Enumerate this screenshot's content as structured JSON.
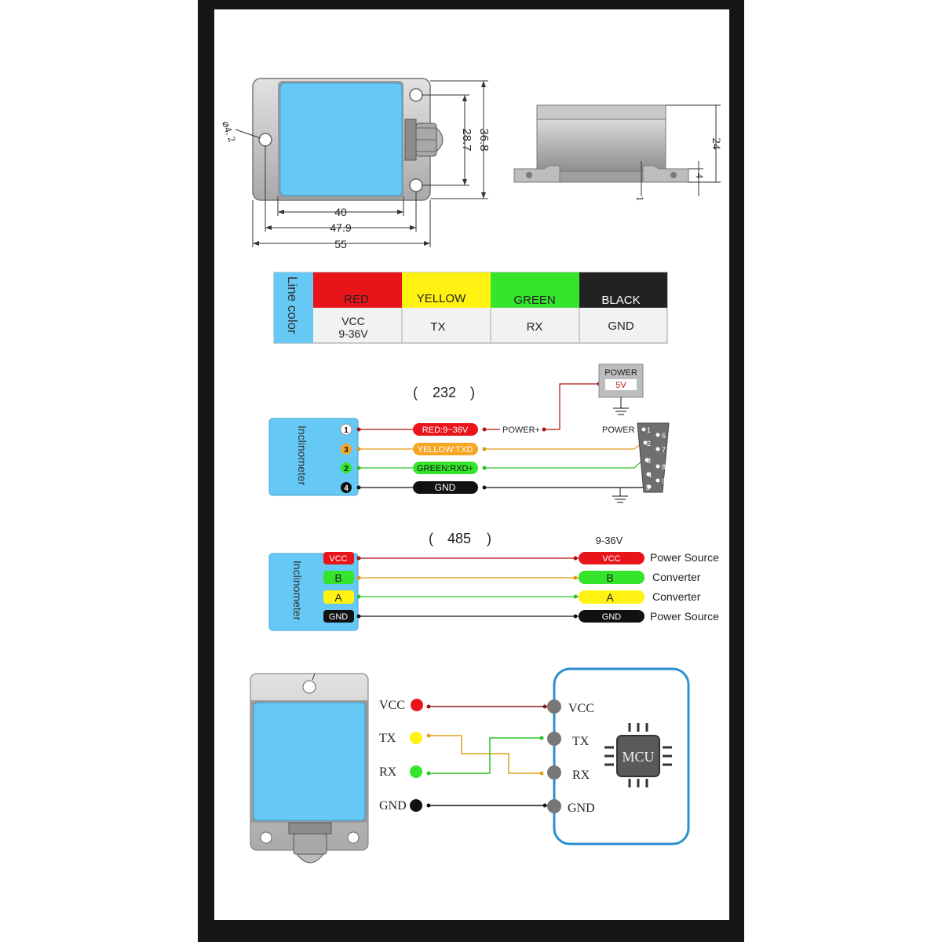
{
  "colors": {
    "frame": "#161616",
    "device_gray": "#c8c8c8",
    "screen_blue": "#66c8f5",
    "red": "#e8141a",
    "yellow": "#fff212",
    "green": "#35e52c",
    "black": "#111111",
    "orange": "#f5a623",
    "mcu_border": "#2b8fd0"
  },
  "dimensions": {
    "hole_dia": "⌀4. 2",
    "inner_height": "28.7",
    "outer_height": "36.8",
    "inner_width": "40",
    "mid_width": "47.9",
    "outer_width": "55",
    "side_height": "24",
    "side_base": "4",
    "side_gap": "1"
  },
  "line_color_table": {
    "header": "Line color",
    "columns": [
      {
        "color_label": "RED",
        "signal": [
          "VCC",
          "9-36V"
        ]
      },
      {
        "color_label": "YELLOW",
        "signal": [
          "TX"
        ]
      },
      {
        "color_label": "GREEN",
        "signal": [
          "RX"
        ]
      },
      {
        "color_label": "BLACK",
        "signal": [
          "GND"
        ]
      }
    ]
  },
  "rs232": {
    "title_open": "(",
    "title_num": "232",
    "title_close": ")",
    "device_label": "Inclinometer",
    "pins": [
      "1",
      "3",
      "2",
      "4"
    ],
    "wires": [
      "RED:9~36V",
      "YELLOW:TXD",
      "GREEN:RXD+",
      "GND"
    ],
    "power_plus": "POWER+",
    "power_box_title": "POWER",
    "power_box_value": "5V",
    "power_label": "POWER",
    "db9_pins_left": [
      "1",
      "2",
      "3",
      "4",
      "5"
    ],
    "db9_pins_right": [
      "6",
      "7",
      "8",
      "9"
    ]
  },
  "rs485": {
    "title_open": "(",
    "title_num": "485",
    "title_close": ")",
    "device_label": "Inclinometer",
    "voltage": "9-36V",
    "left_pins": [
      "VCC",
      "B",
      "A",
      "GND"
    ],
    "right_pins": [
      "VCC",
      "B",
      "A",
      "GND"
    ],
    "targets": [
      "Power Source",
      "Converter",
      "Converter",
      "Power Source"
    ]
  },
  "mcu_wiring": {
    "left_labels": [
      "VCC",
      "TX",
      "RX",
      "GND"
    ],
    "right_labels": [
      "VCC",
      "TX",
      "RX",
      "GND"
    ],
    "chip_label": "MCU"
  }
}
